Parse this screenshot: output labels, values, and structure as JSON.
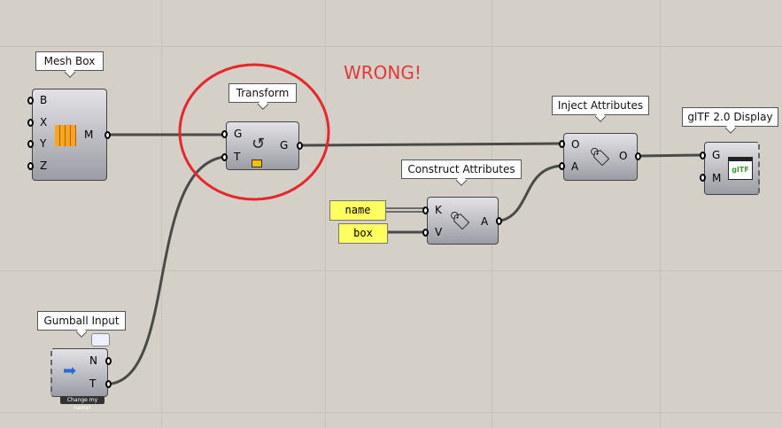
{
  "annotation": {
    "text": "WRONG!",
    "color": "#e2383c"
  },
  "components": {
    "mesh_box": {
      "label": "Mesh Box",
      "inputs": [
        "B",
        "X",
        "Y",
        "Z"
      ],
      "outputs": [
        "M"
      ]
    },
    "transform": {
      "label": "Transform",
      "inputs": [
        "G",
        "T"
      ],
      "outputs": [
        "G"
      ]
    },
    "inject": {
      "label": "Inject Attributes",
      "inputs": [
        "O",
        "A"
      ],
      "outputs": [
        "O"
      ]
    },
    "construct": {
      "label": "Construct Attributes",
      "inputs": [
        "K",
        "V"
      ],
      "outputs": [
        "A"
      ]
    },
    "gltf": {
      "label": "glTF 2.0 Display",
      "inputs": [
        "G",
        "M"
      ],
      "icon_text": "glTF"
    },
    "gumball": {
      "label": "Gumball Input",
      "outputs": [
        "N",
        "T"
      ],
      "nickname": "Change my name!"
    }
  },
  "panels": {
    "name": "name",
    "box": "box"
  }
}
